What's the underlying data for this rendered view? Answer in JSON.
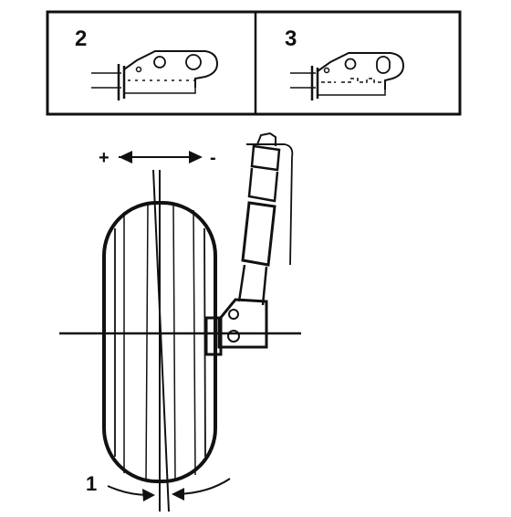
{
  "panels": [
    {
      "label": "2"
    },
    {
      "label": "3"
    }
  ],
  "callouts": {
    "camber_angle": "1"
  },
  "adjustment_signs": {
    "plus": "+",
    "minus": "-"
  },
  "colors": {
    "ink": "#111111",
    "background": "#ffffff"
  }
}
